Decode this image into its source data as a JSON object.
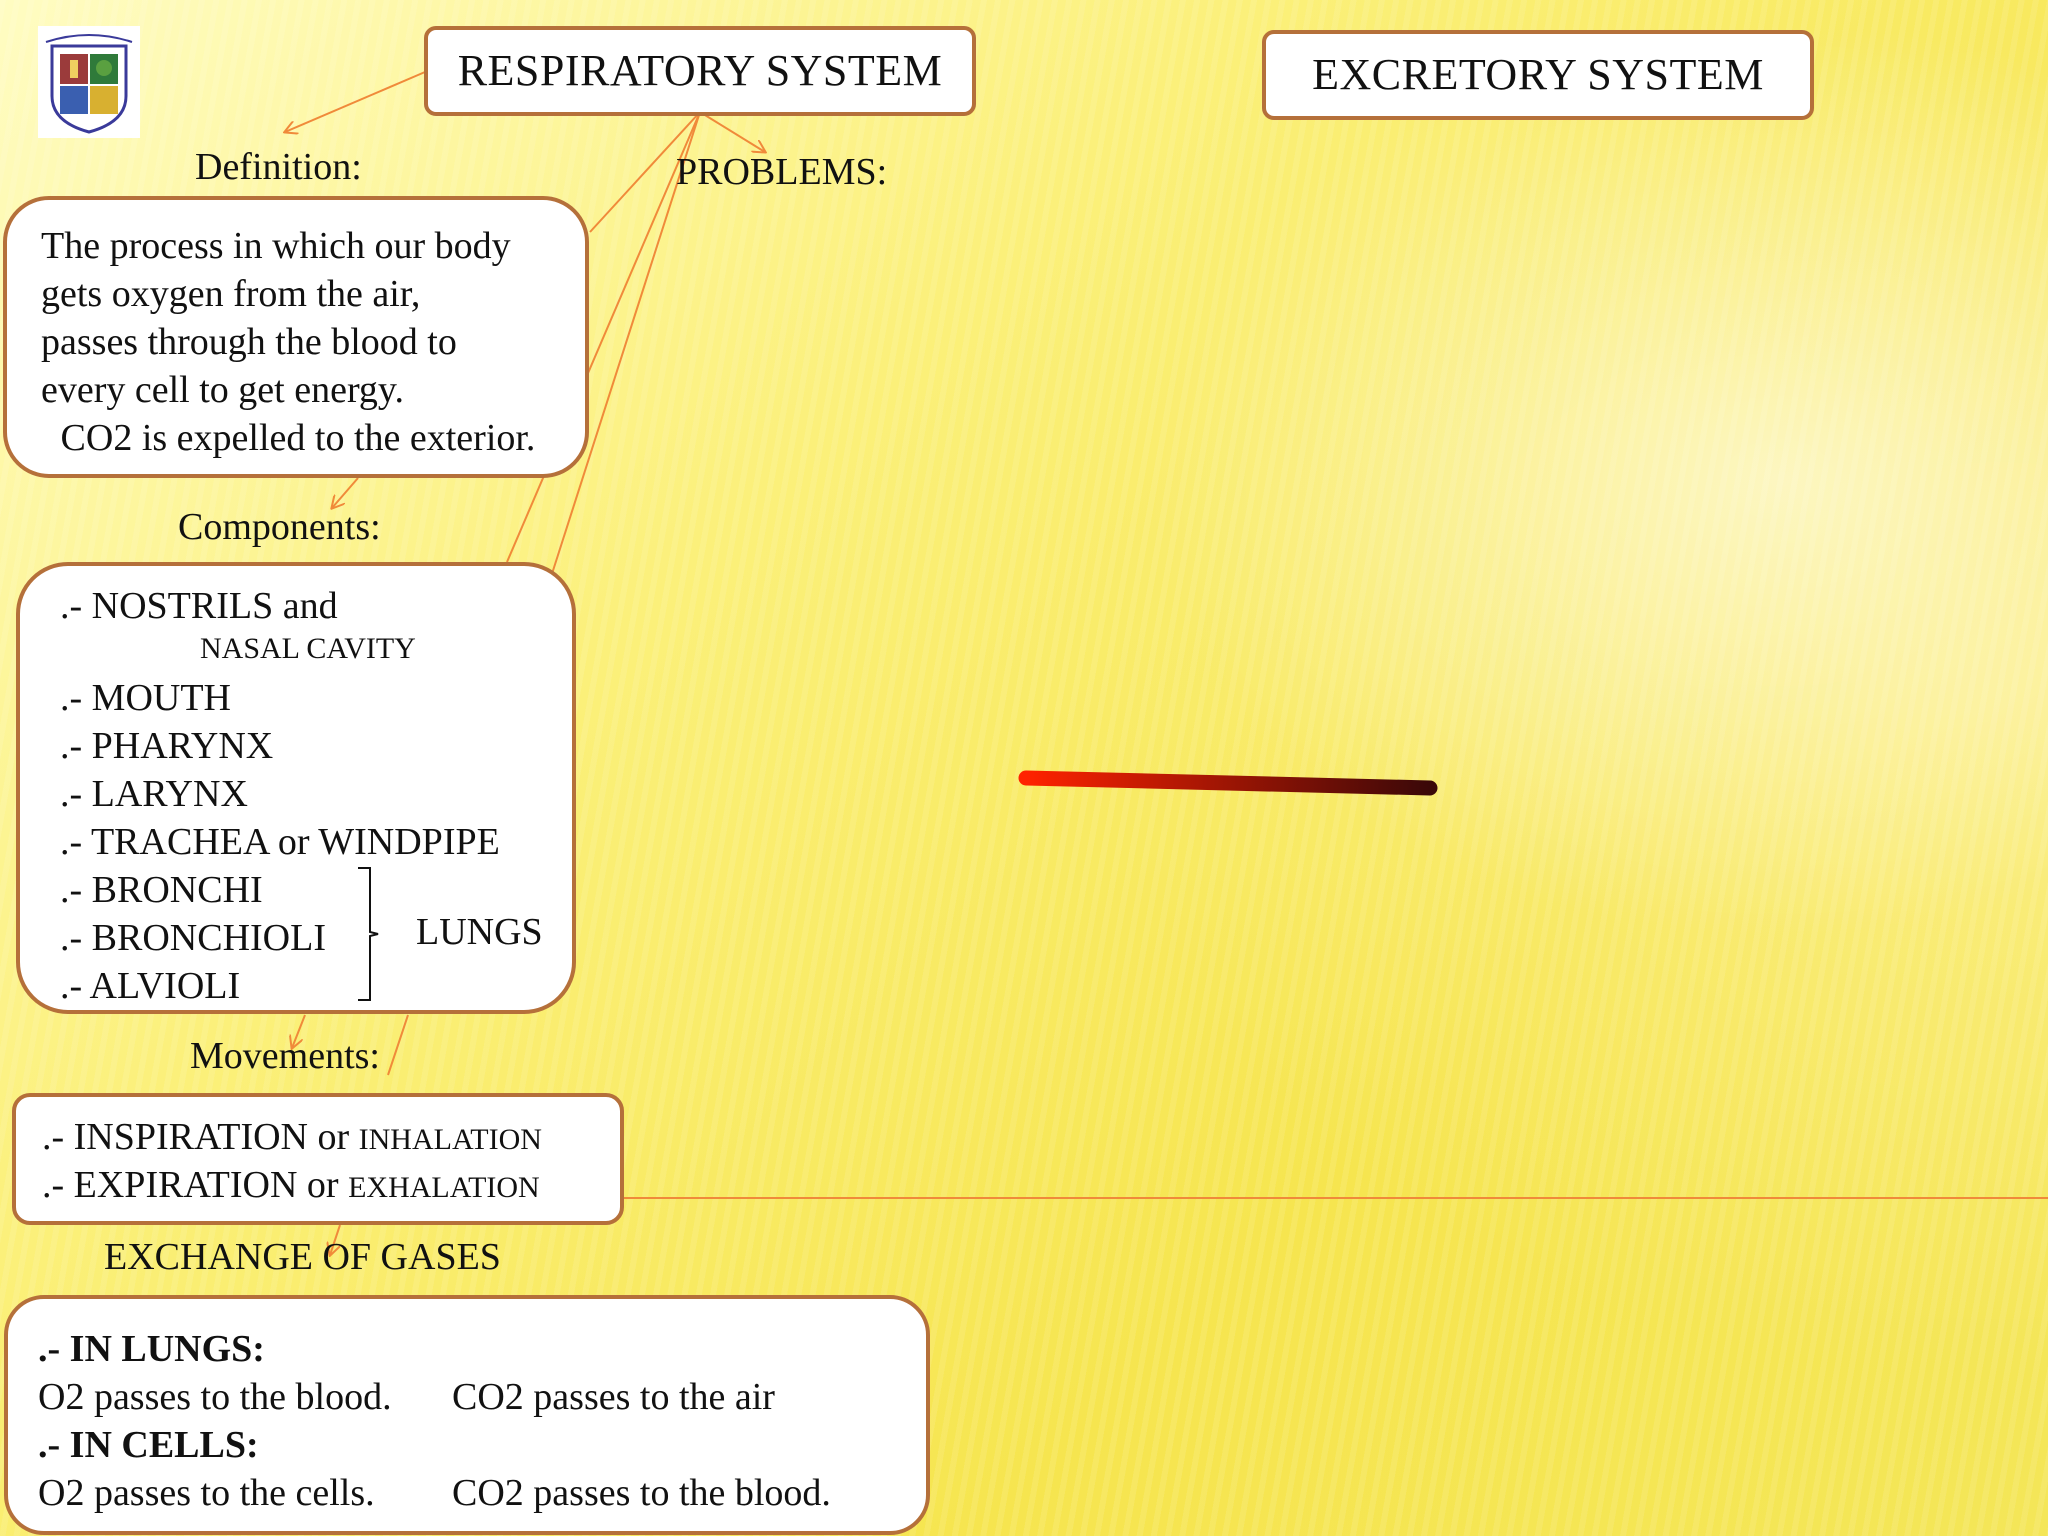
{
  "titles": {
    "respiratory": "RESPIRATORY SYSTEM",
    "excretory": "EXCRETORY SYSTEM"
  },
  "labels": {
    "definition": "Definition:",
    "problems": "PROBLEMS:",
    "components": "Components:",
    "movements": "Movements:",
    "exchange": "EXCHANGE OF GASES"
  },
  "definition": {
    "lines": [
      "The process in which our body",
      "gets oxygen from the air,",
      "passes through the blood to",
      "every cell to get energy.",
      "CO2 is expelled to the exterior."
    ]
  },
  "components": {
    "nostrils": ".- NOSTRILS and",
    "nasal_cavity": "NASAL CAVITY",
    "mouth": ".- MOUTH",
    "pharynx": ".- PHARYNX",
    "larynx": ".- LARYNX",
    "trachea": ".- TRACHEA or WINDPIPE",
    "bronchi": ".- BRONCHI",
    "bronchioli": ".- BRONCHIOLI",
    "alvioli": ".- ALVIOLI",
    "lungs": "LUNGS"
  },
  "movements": {
    "inspiration": ".- INSPIRATION or",
    "inhalation": "INHALATION",
    "expiration": ".- EXPIRATION or",
    "exhalation": "EXHALATION"
  },
  "exchange": {
    "in_lungs": ".- IN LUNGS:",
    "lungs_o2": "O2 passes to the blood.",
    "lungs_co2": "CO2 passes to the air",
    "in_cells": ".- IN CELLS:",
    "cells_o2": "O2 passes to the cells.",
    "cells_co2": "CO2 passes to the blood."
  },
  "colors": {
    "box_border": "#b5703a",
    "connector": "#f08a3a",
    "bar_top": "#ffee00",
    "bar_mid": "#ff1a00",
    "bar_bottom": "#5a0d0d"
  }
}
